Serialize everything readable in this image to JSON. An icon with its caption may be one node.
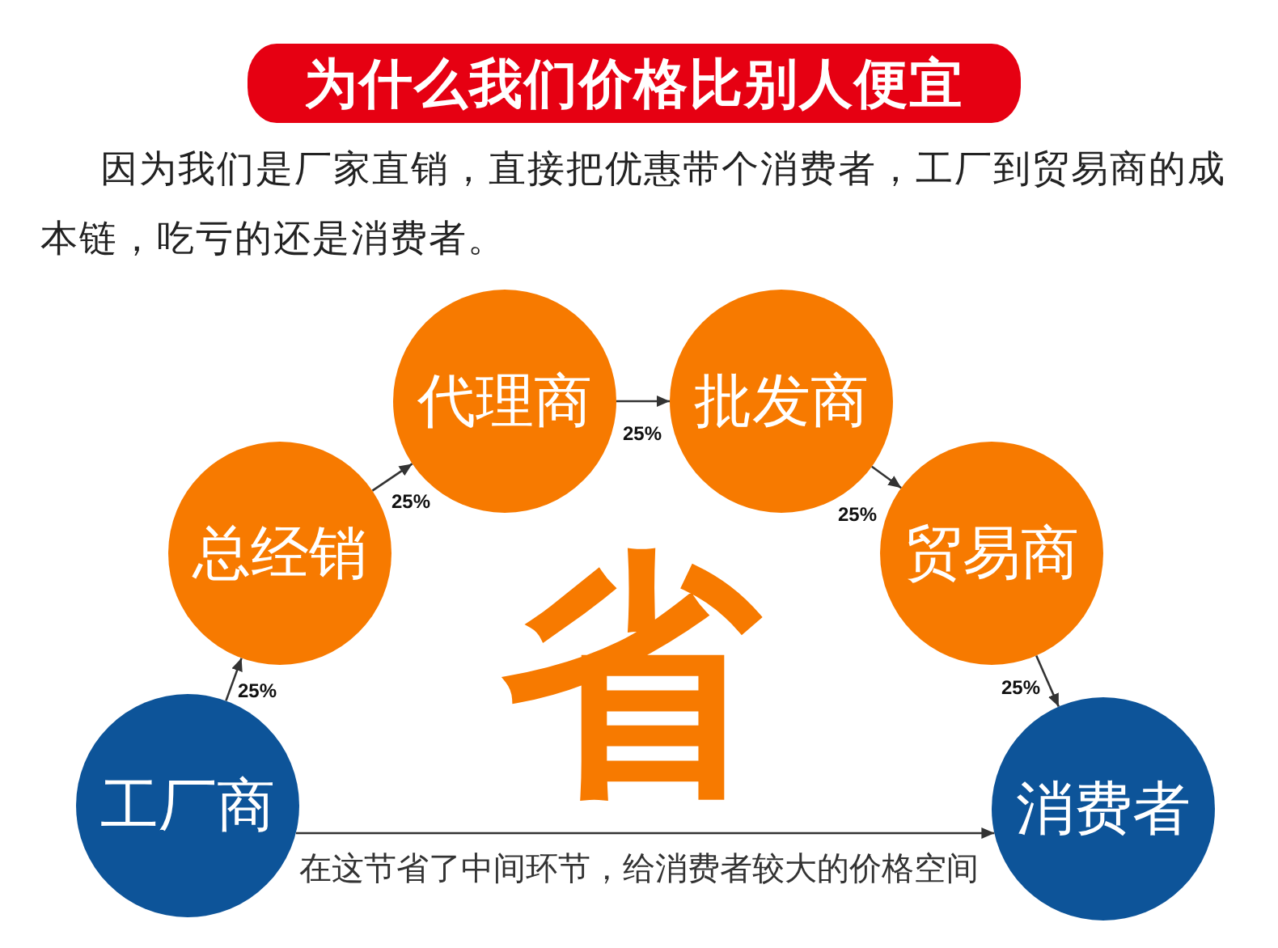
{
  "diagram": {
    "title": "为什么我们价格比别人便宜",
    "nodes": [
      {
        "text": [
          "工厂商"
        ]
      },
      {
        "text": [
          "总经销"
        ]
      },
      {
        "text": [
          "代理商"
        ]
      },
      {
        "text": [
          "批发商"
        ]
      },
      {
        "text": [
          "贸易商"
        ]
      },
      {
        "text": [
          "消费者"
        ]
      }
    ],
    "edges": [
      {
        "from": 0,
        "to": 1,
        "arrow": "to",
        "label": "25%"
      },
      {
        "from": 1,
        "to": 2,
        "arrow": "to",
        "label": "25%"
      },
      {
        "from": 2,
        "to": 3,
        "arrow": "to",
        "label": "25%"
      },
      {
        "from": 3,
        "to": 4,
        "arrow": "to",
        "label": "25%"
      },
      {
        "from": 4,
        "to": 5,
        "arrow": "to",
        "label": "25%"
      },
      {
        "from": 0,
        "to": 5,
        "arrow": "to",
        "label": "在这节省了中间环节，给消费者较大的价格空间"
      }
    ],
    "labels": [
      "因为我们是厂家直销，直接把优惠带个消费者，工厂到贸易商的成本链，吃亏的还是消费者。",
      "省"
    ]
  }
}
